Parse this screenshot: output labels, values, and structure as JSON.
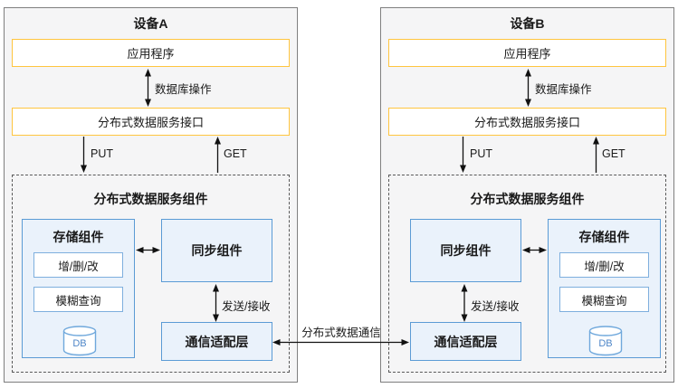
{
  "colors": {
    "panel_border": "#7f7f7f",
    "panel_bg": "#f5f5f6",
    "yellow_border": "#ffc53f",
    "blue_border": "#5b9bd5",
    "blue_fill": "#eaf2fb",
    "inner_box_border": "#7eafde",
    "db_text_blue": "#4e86c8",
    "dashed_border": "#595959",
    "arrow": "#111111"
  },
  "devices": [
    {
      "title": "设备A",
      "app_label": "应用程序",
      "db_ops_label": "数据库操作",
      "interface_label": "分布式数据服务接口",
      "put_label": "PUT",
      "get_label": "GET",
      "component_title": "分布式数据服务组件",
      "storage_title": "存储组件",
      "crud_label": "增/删/改",
      "fuzzy_label": "模糊查询",
      "db_label": "DB",
      "sync_label": "同步组件",
      "send_recv_label": "发送/接收",
      "comm_label": "通信适配层"
    },
    {
      "title": "设备B",
      "app_label": "应用程序",
      "db_ops_label": "数据库操作",
      "interface_label": "分布式数据服务接口",
      "put_label": "PUT",
      "get_label": "GET",
      "component_title": "分布式数据服务组件",
      "storage_title": "存储组件",
      "crud_label": "增/删/改",
      "fuzzy_label": "模糊查询",
      "db_label": "DB",
      "sync_label": "同步组件",
      "send_recv_label": "发送/接收",
      "comm_label": "通信适配层"
    }
  ],
  "link_label": "分布式数据通信"
}
